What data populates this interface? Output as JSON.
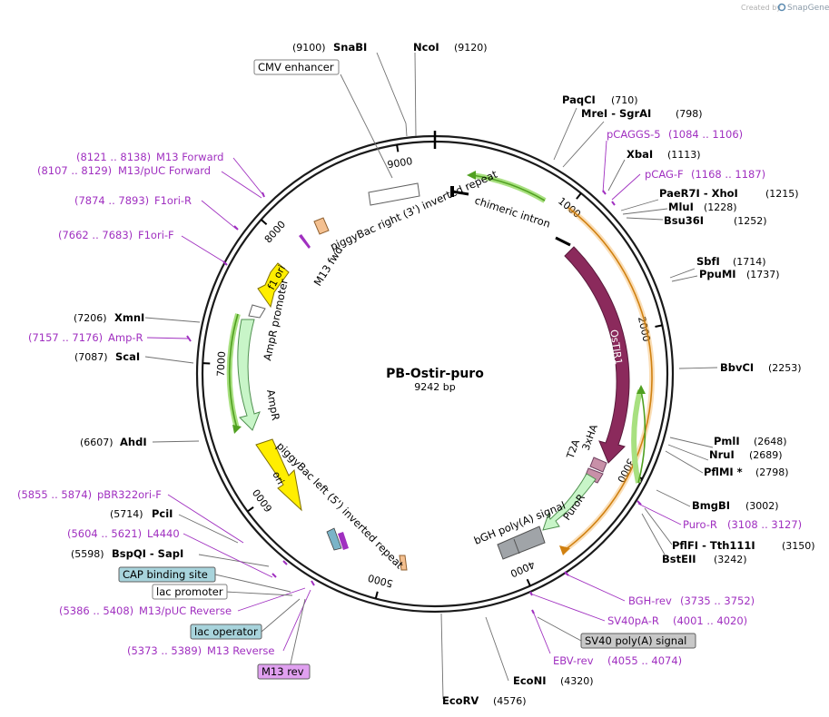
{
  "credit": {
    "text": "Created by",
    "brand": "SnapGene"
  },
  "plasmid": {
    "name": "PB-Ostir-puro",
    "length_label": "9242 bp",
    "length": 9242
  },
  "ticks": [
    "1000",
    "2000",
    "3000",
    "4000",
    "5000",
    "6000",
    "7000",
    "8000",
    "9000"
  ],
  "enzymes_left": [
    {
      "pos": "(9100)",
      "name": "SnaBI"
    },
    {
      "pos": "(7206)",
      "name": "XmnI"
    },
    {
      "pos": "(7087)",
      "name": "ScaI"
    },
    {
      "pos": "(6607)",
      "name": "AhdI"
    },
    {
      "pos": "(5714)",
      "name": "PciI"
    },
    {
      "pos": "(5598)",
      "name": "BspQI - SapI"
    }
  ],
  "enzymes_right": [
    {
      "name": "NcoI",
      "pos": "(9120)"
    },
    {
      "name": "PaqCI",
      "pos": "(710)"
    },
    {
      "name": "MreI - SgrAI",
      "pos": "(798)"
    },
    {
      "name": "XbaI",
      "pos": "(1113)"
    },
    {
      "name": "PaeR7I - XhoI",
      "pos": "(1215)"
    },
    {
      "name": "MluI",
      "pos": "(1228)"
    },
    {
      "name": "Bsu36I",
      "pos": "(1252)"
    },
    {
      "name": "SbfI",
      "pos": "(1714)"
    },
    {
      "name": "PpuMI",
      "pos": "(1737)"
    },
    {
      "name": "BbvCI",
      "pos": "(2253)"
    },
    {
      "name": "PmlI",
      "pos": "(2648)"
    },
    {
      "name": "NruI",
      "pos": "(2689)"
    },
    {
      "name": "PflMI *",
      "pos": "(2798)"
    },
    {
      "name": "BmgBI",
      "pos": "(3002)"
    },
    {
      "name": "PflFI - Tth111I",
      "pos": "(3150)"
    },
    {
      "name": "BstEII",
      "pos": "(3242)"
    },
    {
      "name": "EcoNI",
      "pos": "(4320)"
    },
    {
      "name": "EcoRV",
      "pos": "(4576)"
    }
  ],
  "primers": [
    {
      "range": "(8121 .. 8138)",
      "name": "M13 Forward"
    },
    {
      "range": "(8107 .. 8129)",
      "name": "M13/pUC Forward"
    },
    {
      "range": "(7874 .. 7893)",
      "name": "F1ori-R"
    },
    {
      "range": "(7662 .. 7683)",
      "name": "F1ori-F"
    },
    {
      "range": "(7157 .. 7176)",
      "name": "Amp-R"
    },
    {
      "range": "(5855 .. 5874)",
      "name": "pBR322ori-F"
    },
    {
      "range": "(5604 .. 5621)",
      "name": "L4440"
    },
    {
      "range": "(5386 .. 5408)",
      "name": "M13/pUC Reverse"
    },
    {
      "range": "(5373 .. 5389)",
      "name": "M13 Reverse"
    },
    {
      "name": "pCAGGS-5",
      "range": "(1084 .. 1106)"
    },
    {
      "name": "pCAG-F",
      "range": "(1168 .. 1187)"
    },
    {
      "name": "Puro-R",
      "range": "(3108 .. 3127)"
    },
    {
      "name": "BGH-rev",
      "range": "(3735 .. 3752)"
    },
    {
      "name": "SV40pA-R",
      "range": "(4001 .. 4020)"
    },
    {
      "name": "EBV-rev",
      "range": "(4055 .. 4074)"
    }
  ],
  "boxed_features": [
    {
      "name": "CMV enhancer",
      "fill": "#ffffff",
      "stroke": "#808080"
    },
    {
      "name": "CAP binding site",
      "fill": "#a8d4dc",
      "stroke": "#606060"
    },
    {
      "name": "lac promoter",
      "fill": "#ffffff",
      "stroke": "#808080"
    },
    {
      "name": "lac operator",
      "fill": "#a8d4dc",
      "stroke": "#606060"
    },
    {
      "name": "M13 rev",
      "fill": "#e0a0f0",
      "stroke": "#606060"
    },
    {
      "name": "SV40 poly(A) signal",
      "fill": "#c8c8c8",
      "stroke": "#606060"
    }
  ],
  "ring_features": {
    "chimeric_intron": "chimeric intron",
    "pb_right": "piggyBac right (3') inverted repeat",
    "m13_fwd": "M13 fwd",
    "f1_ori": "f1 ori",
    "ampr_promoter": "AmpR promoter",
    "ampr": "AmpR",
    "pb_left": "piggyBac left (5') inverted repeat",
    "ori": "ori",
    "ostir1": "OsTIR1",
    "t2a": "T2A",
    "ha": "3xHA",
    "puror": "PuroR",
    "bgh": "bGH poly(A) signal"
  },
  "colors": {
    "ostir1": "#8b2a5c",
    "puro": "#c8f5c8",
    "yellow": "#ffee00",
    "orange_arc": "#f0a030",
    "green_arc": "#50a020",
    "primer": "#a030c0"
  }
}
